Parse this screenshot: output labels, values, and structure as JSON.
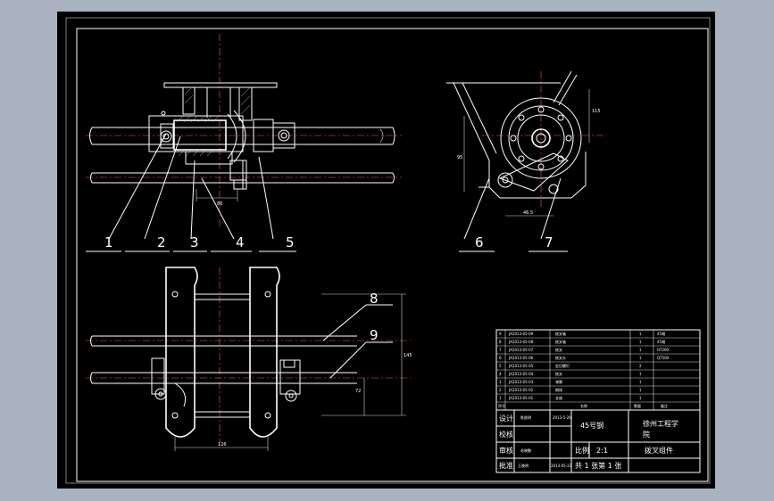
{
  "colors": {
    "window_bg": "#a9b3c0",
    "sheet_bg": "#000000",
    "line": "#ffffff",
    "center_line": "#ff5a5a"
  },
  "part_numbers": [
    "1",
    "2",
    "3",
    "4",
    "5",
    "6",
    "7",
    "8",
    "9"
  ],
  "dimensions": {
    "top_view_width": "86",
    "right_view_height": "95",
    "right_view_width": "46.5",
    "right_view_side": "115",
    "bottom_height": "145",
    "bottom_depth": "72",
    "bottom_width": "126"
  },
  "title_block": {
    "row_labels": [
      "设计",
      "校核",
      "审核",
      "批准"
    ],
    "designer": "陈俊明",
    "design_date": "2013-5-20",
    "reviewer": "毛晓鹏",
    "approver": "王晓明",
    "approve_date": "2013-05-22",
    "material": "45号钢",
    "school_line1": "徐州工程学",
    "school_line2": "院",
    "scale_label": "比例",
    "scale": "2:1",
    "part_name": "拨叉组件",
    "sheets": "共 1 张第 1 张"
  },
  "bom": {
    "header": {
      "no": "序号",
      "name": "名称",
      "qty": "数量",
      "note": "备注"
    },
    "rows": [
      {
        "no": "9",
        "code": "JX2013-05-09",
        "name": "拨叉轴",
        "qty": "1",
        "note": "45钢"
      },
      {
        "no": "8",
        "code": "JX2013-05-08",
        "name": "拨叉轴",
        "qty": "1",
        "note": "45钢"
      },
      {
        "no": "7",
        "code": "JX2013-05-07",
        "name": "拨叉",
        "qty": "1",
        "note": "HT200"
      },
      {
        "no": "6",
        "code": "JX2013-05-06",
        "name": "拨叉头",
        "qty": "1",
        "note": "QT500"
      },
      {
        "no": "5",
        "code": "JX2013-05-05",
        "name": "定位螺钉",
        "qty": "2",
        "note": ""
      },
      {
        "no": "4",
        "code": "JX2013-05-04",
        "name": "拨叉",
        "qty": "1",
        "note": ""
      },
      {
        "no": "3",
        "code": "JX2013-05-03",
        "name": "弹簧",
        "qty": "1",
        "note": ""
      },
      {
        "no": "2",
        "code": "JX2013-05-02",
        "name": "钢球",
        "qty": "1",
        "note": ""
      },
      {
        "no": "1",
        "code": "JX2013-05-01",
        "name": "支座",
        "qty": "1",
        "note": ""
      }
    ]
  }
}
